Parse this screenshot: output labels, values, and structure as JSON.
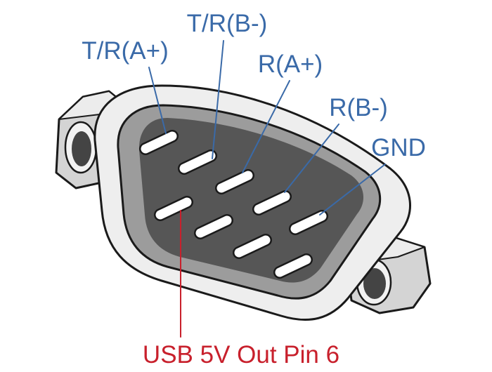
{
  "pins_top": [
    {
      "label": "T/R(A+)"
    },
    {
      "label": "T/R(B-)"
    },
    {
      "label": "R(A+)"
    },
    {
      "label": "R(B-)"
    },
    {
      "label": "GND"
    }
  ],
  "pin_bottom": {
    "label": "USB 5V Out Pin 6"
  },
  "colors": {
    "label_blue": "#3a6aa8",
    "label_red": "#c8202c",
    "shell_light": "#eeeeee",
    "shell_mid": "#d2d2d2",
    "cavity": "#9c9c9c",
    "insert_dark": "#565656",
    "pin": "#ffffff",
    "outline": "#1a1a1a"
  },
  "icons": {
    "left_hex_nut": "hex-standoff-icon",
    "right_hex_nut": "hex-standoff-icon",
    "connector": "db9-male-connector-icon"
  }
}
